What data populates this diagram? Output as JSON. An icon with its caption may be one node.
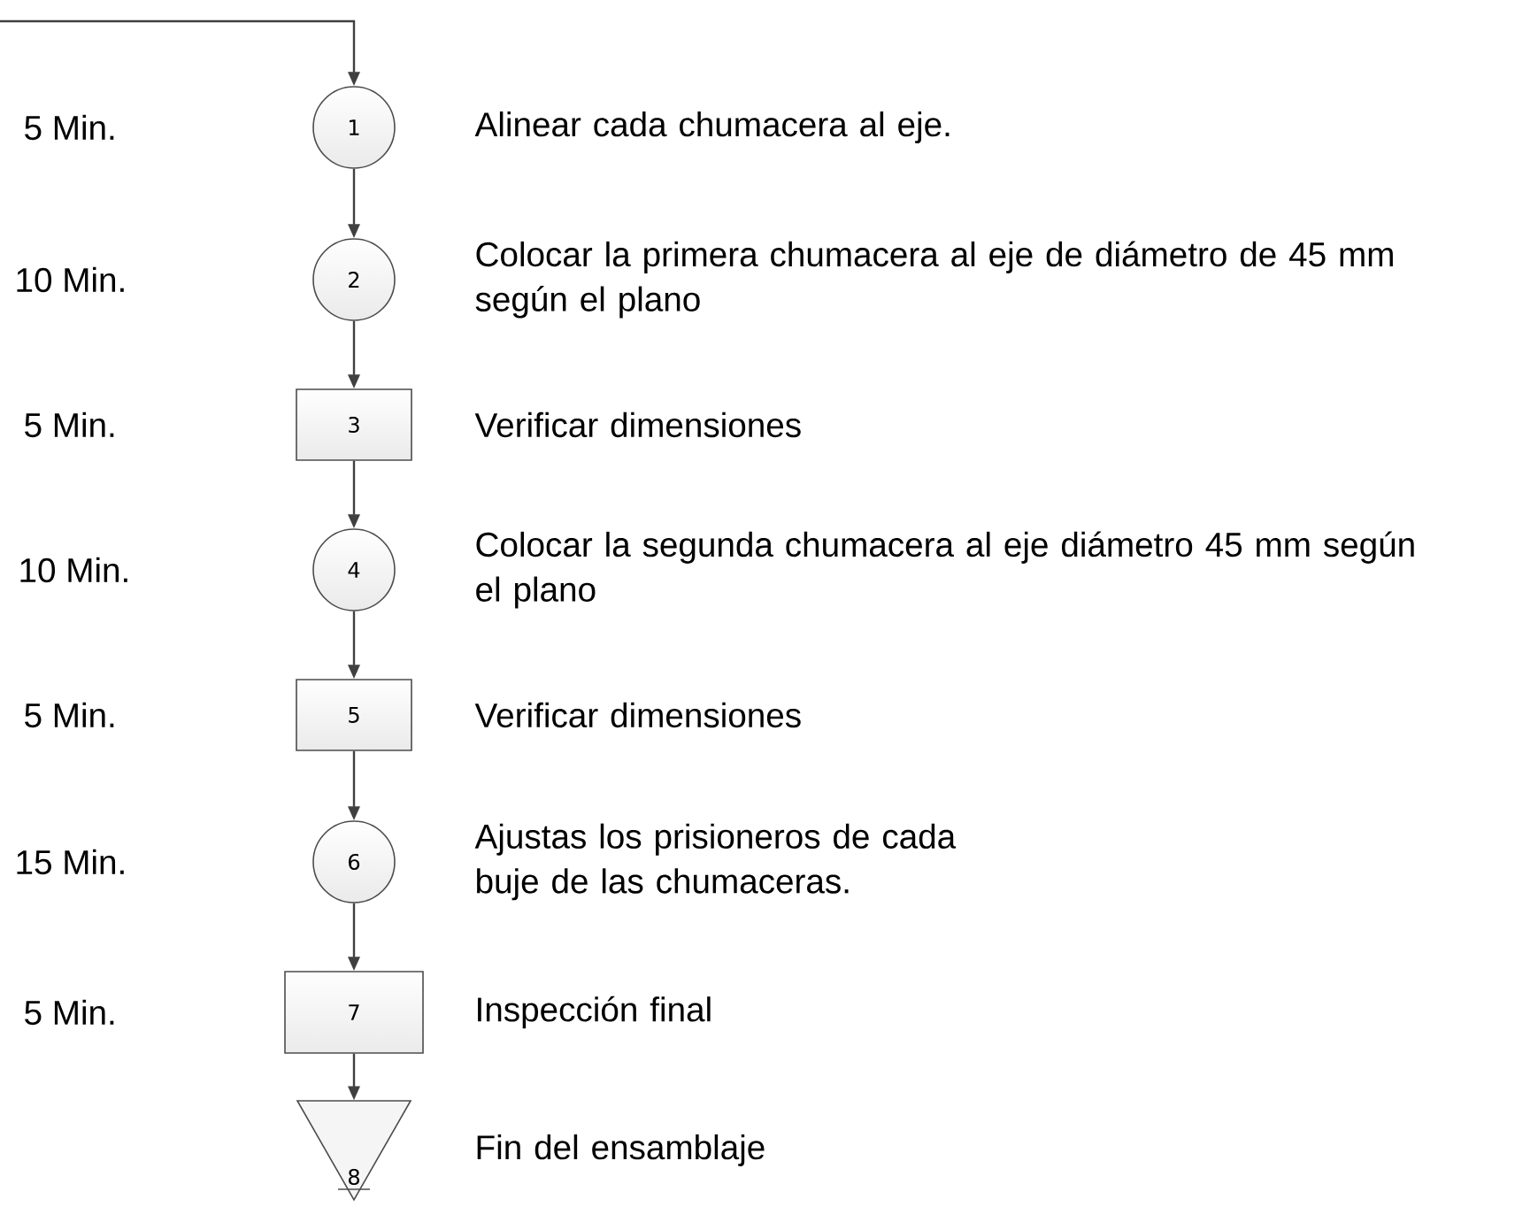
{
  "diagram": {
    "nodes": [
      {
        "text": [
          "1"
        ],
        "beside": [
          "Alinear cada chumacera al eje."
        ]
      },
      {
        "text": [
          "2"
        ],
        "beside": [
          "Colocar la primera chumacera al eje de diámetro de 45 mm según el plano"
        ]
      },
      {
        "text": [
          "3"
        ],
        "beside": [
          "Verificar dimensiones"
        ]
      },
      {
        "text": [
          "4"
        ],
        "beside": [
          "Colocar la segunda chumacera al eje diámetro 45 mm según el plano"
        ]
      },
      {
        "text": [
          "5"
        ],
        "beside": [
          "Verificar dimensiones"
        ]
      },
      {
        "text": [
          "6"
        ],
        "beside": [
          "Ajustas los prisioneros de cada buje de las chumaceras."
        ]
      },
      {
        "text": [
          "7"
        ],
        "beside": [
          "Inspección final"
        ]
      },
      {
        "text": [
          "8"
        ],
        "beside": [
          "Fin del ensamblaje"
        ]
      }
    ],
    "edges": [
      {
        "from": null,
        "to": 0,
        "arrow": "to"
      },
      {
        "from": 0,
        "to": 1,
        "arrow": "to"
      },
      {
        "from": 1,
        "to": 2,
        "arrow": "to"
      },
      {
        "from": 2,
        "to": 3,
        "arrow": "to"
      },
      {
        "from": 3,
        "to": 4,
        "arrow": "to"
      },
      {
        "from": 4,
        "to": 5,
        "arrow": "to"
      },
      {
        "from": 5,
        "to": 6,
        "arrow": "to"
      },
      {
        "from": 6,
        "to": 7,
        "arrow": "to"
      }
    ],
    "labels": [
      "5 Min.",
      "10 Min.",
      "5 Min.",
      "10 Min.",
      "5 Min.",
      "15 Min.",
      "5 Min."
    ]
  }
}
